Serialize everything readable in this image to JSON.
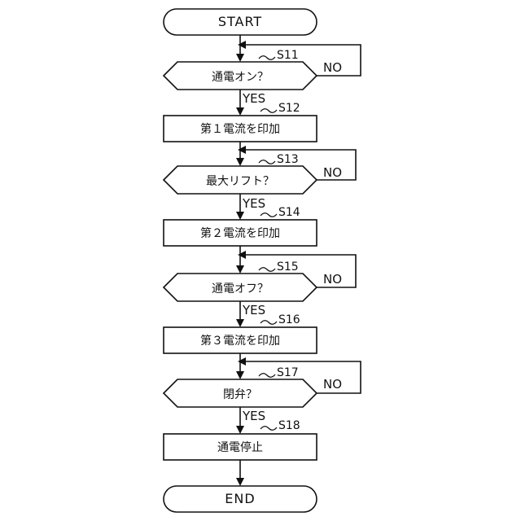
{
  "start": {
    "label": "START"
  },
  "end": {
    "label": "END"
  },
  "steps": [
    {
      "id": "S11",
      "type": "decision",
      "label": "通電オン？",
      "yes": "YES",
      "no": "NO"
    },
    {
      "id": "S12",
      "type": "process",
      "label": "第１電流を印加"
    },
    {
      "id": "S13",
      "type": "decision",
      "label": "最大リフト？",
      "yes": "YES",
      "no": "NO"
    },
    {
      "id": "S14",
      "type": "process",
      "label": "第２電流を印加"
    },
    {
      "id": "S15",
      "type": "decision",
      "label": "通電オフ？",
      "yes": "YES",
      "no": "NO"
    },
    {
      "id": "S16",
      "type": "process",
      "label": "第３電流を印加"
    },
    {
      "id": "S17",
      "type": "decision",
      "label": "閉弁？",
      "yes": "YES",
      "no": "NO"
    },
    {
      "id": "S18",
      "type": "process",
      "label": "通電停止"
    }
  ]
}
